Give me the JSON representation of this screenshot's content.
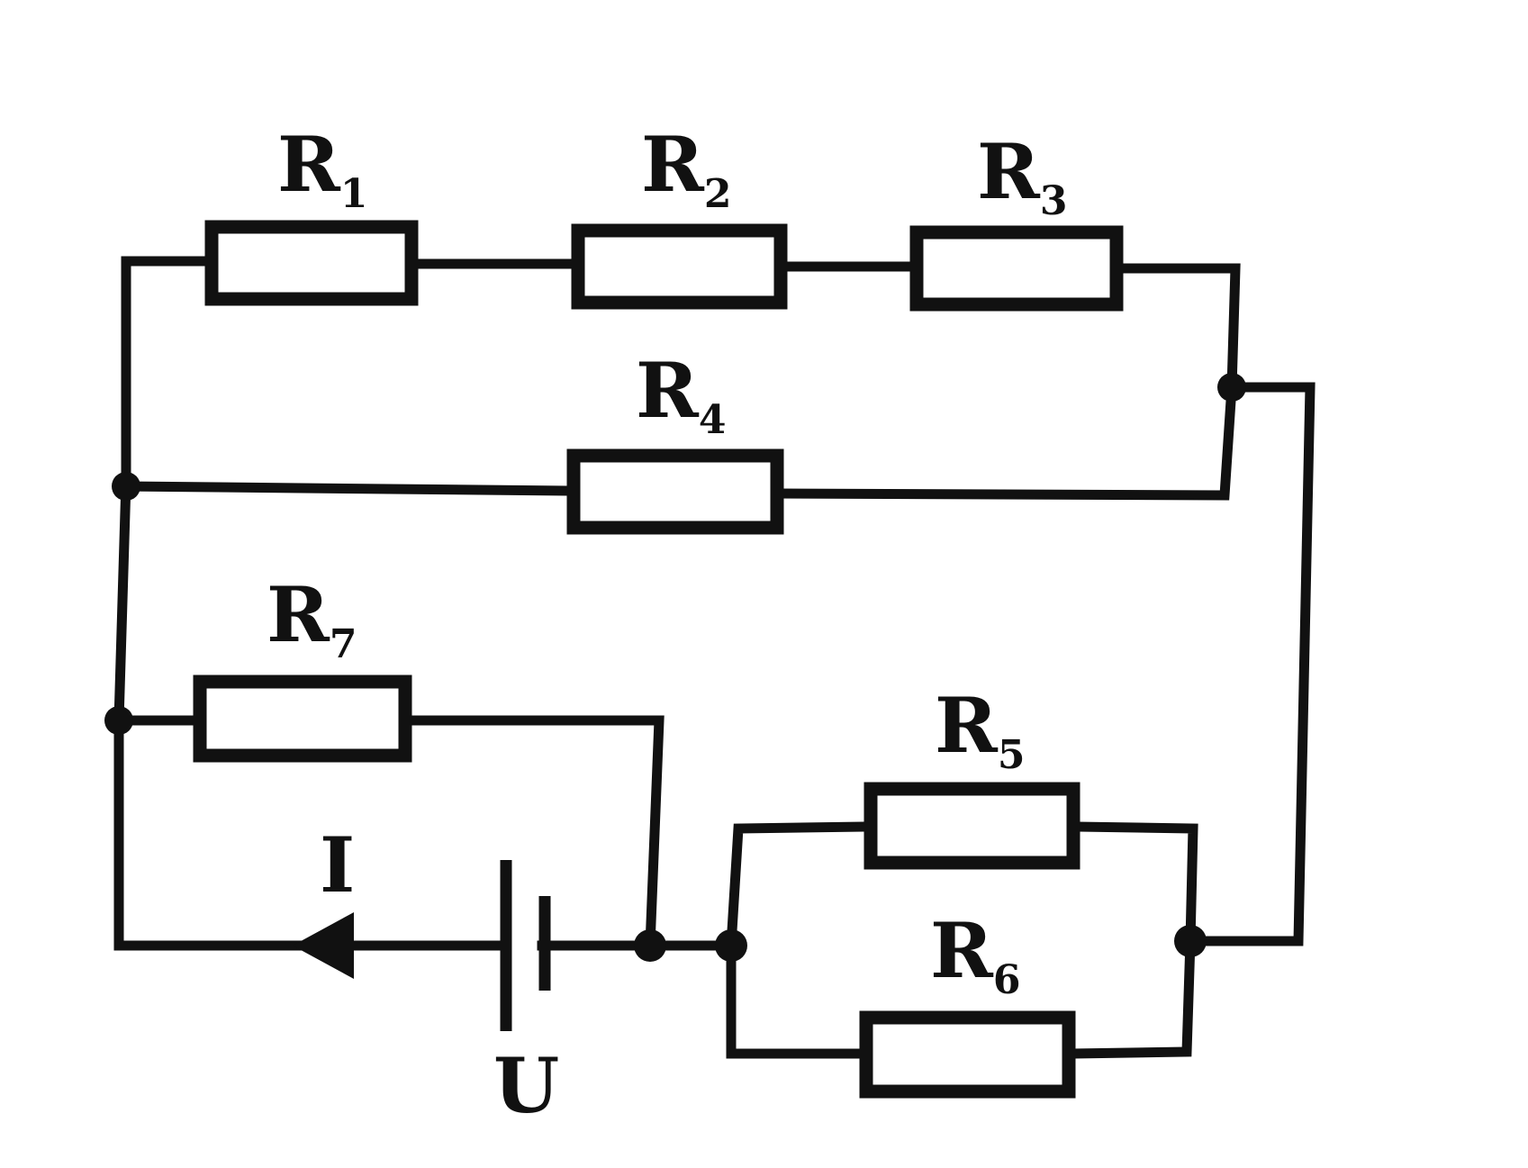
{
  "resistors": [
    {
      "id": "r1",
      "letter": "R",
      "index": "1"
    },
    {
      "id": "r2",
      "letter": "R",
      "index": "2"
    },
    {
      "id": "r3",
      "letter": "R",
      "index": "3"
    },
    {
      "id": "r4",
      "letter": "R",
      "index": "4"
    },
    {
      "id": "r5",
      "letter": "R",
      "index": "5"
    },
    {
      "id": "r6",
      "letter": "R",
      "index": "6"
    },
    {
      "id": "r7",
      "letter": "R",
      "index": "7"
    }
  ],
  "current_label": "I",
  "voltage_label": "U"
}
